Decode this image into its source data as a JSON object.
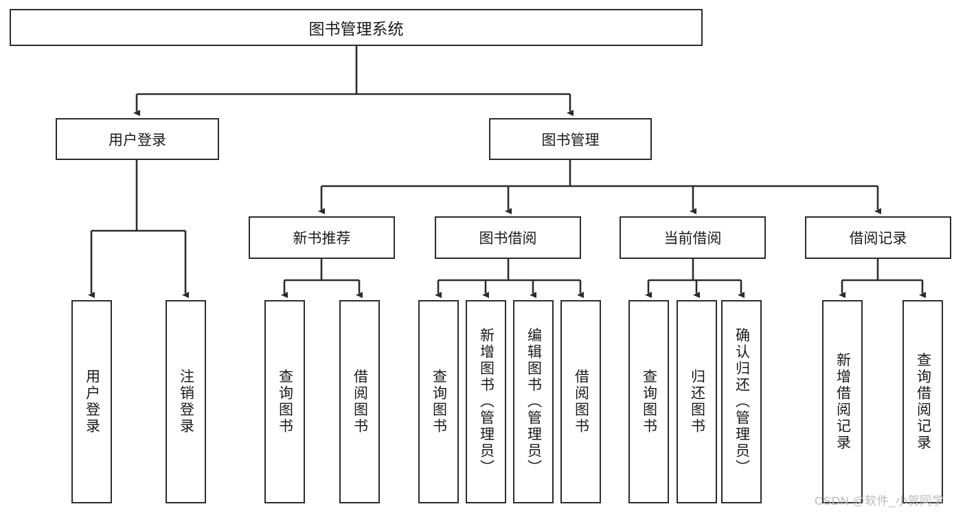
{
  "diagram": {
    "type": "tree-hierarchy",
    "title": "图书管理系统",
    "root": {
      "label": "图书管理系统"
    },
    "level2": [
      {
        "id": "user-login",
        "label": "用户登录"
      },
      {
        "id": "book-management",
        "label": "图书管理"
      }
    ],
    "level3": [
      {
        "id": "new-book-recommend",
        "label": "新书推荐",
        "parent": "book-management"
      },
      {
        "id": "book-borrow",
        "label": "图书借阅",
        "parent": "book-management"
      },
      {
        "id": "current-borrow",
        "label": "当前借阅",
        "parent": "book-management"
      },
      {
        "id": "borrow-record",
        "label": "借阅记录",
        "parent": "book-management"
      }
    ],
    "leaves": [
      {
        "id": "leaf-user-login",
        "label": "用户登录",
        "parent": "user-login"
      },
      {
        "id": "leaf-logout-login",
        "label": "注销登录",
        "parent": "user-login"
      },
      {
        "id": "leaf-query-book-1",
        "label": "查询图书",
        "parent": "new-book-recommend"
      },
      {
        "id": "leaf-borrow-book-1",
        "label": "借阅图书",
        "parent": "new-book-recommend"
      },
      {
        "id": "leaf-query-book-2",
        "label": "查询图书",
        "parent": "book-borrow"
      },
      {
        "id": "leaf-add-book",
        "label": "新增图书（管理员）",
        "parent": "book-borrow"
      },
      {
        "id": "leaf-edit-book",
        "label": "编辑图书（管理员）",
        "parent": "book-borrow"
      },
      {
        "id": "leaf-borrow-book-2",
        "label": "借阅图书",
        "parent": "book-borrow"
      },
      {
        "id": "leaf-query-book-3",
        "label": "查询图书",
        "parent": "current-borrow"
      },
      {
        "id": "leaf-return-book",
        "label": "归还图书",
        "parent": "current-borrow"
      },
      {
        "id": "leaf-confirm-return",
        "label": "确认归还（管理员）",
        "parent": "current-borrow"
      },
      {
        "id": "leaf-add-record",
        "label": "新增借阅记录",
        "parent": "borrow-record"
      },
      {
        "id": "leaf-query-record",
        "label": "查询借阅记录",
        "parent": "borrow-record"
      }
    ],
    "colors": {
      "stroke": "#2b2b2b",
      "fill": "#ffffff",
      "text": "#1a1a1a",
      "watermark": "#b9b9b9"
    }
  },
  "watermark": {
    "text": "CSDN @软件_小贺同学"
  }
}
